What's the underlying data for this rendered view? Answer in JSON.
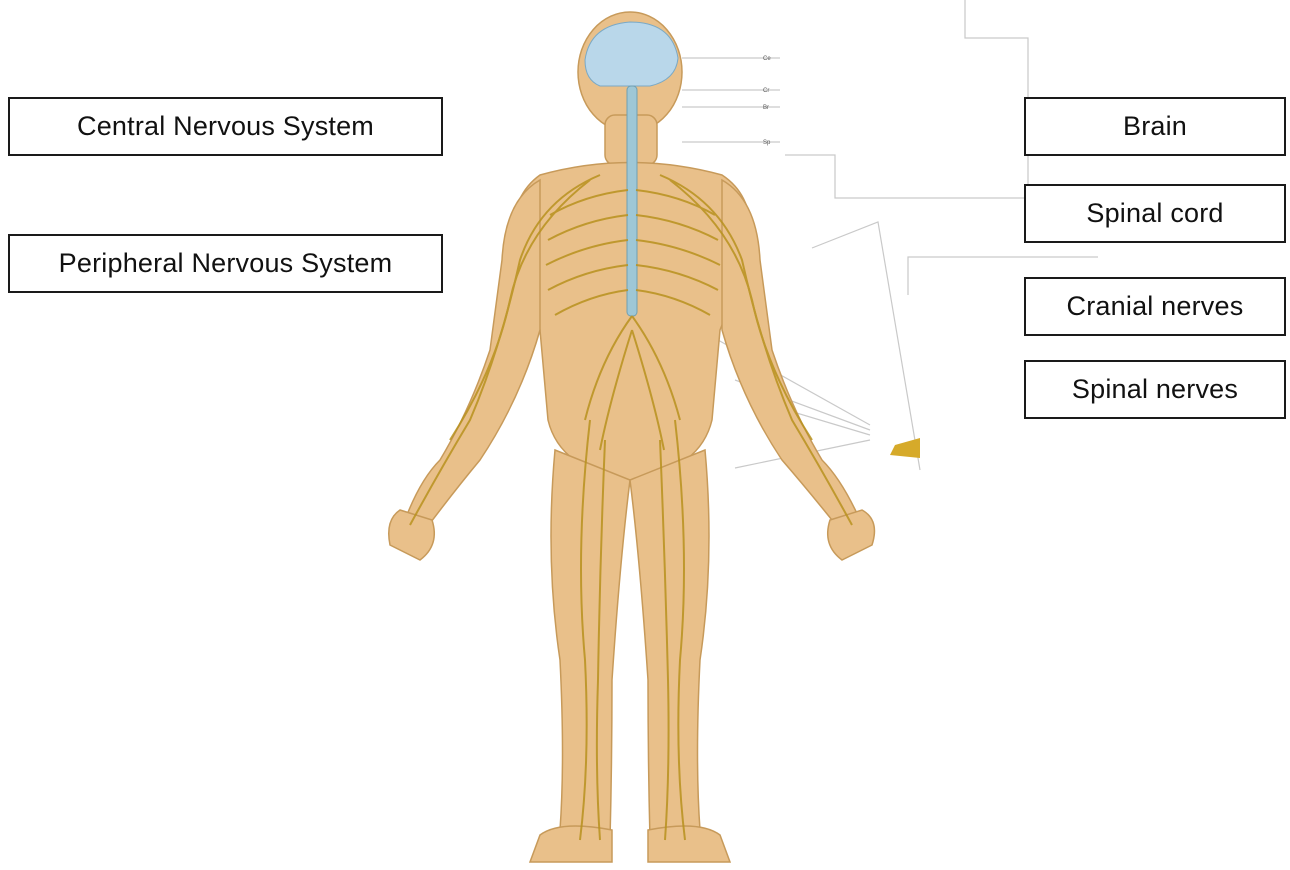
{
  "left_labels": [
    "Central Nervous System",
    "Peripheral Nervous System"
  ],
  "right_labels": [
    "Brain",
    "Spinal cord",
    "Cranial nerves",
    "Spinal nerves"
  ],
  "figure_tiny_labels": [
    "Ce",
    "Cr",
    "Br",
    "Sp"
  ],
  "colors": {
    "skin": "#e9c08a",
    "nerve": "#b8921f",
    "brain": "#b9d7ea",
    "spinal_cord": "#9ec7d6",
    "leader_line": "#c9c9c9",
    "box_border": "#1a1a1a"
  }
}
